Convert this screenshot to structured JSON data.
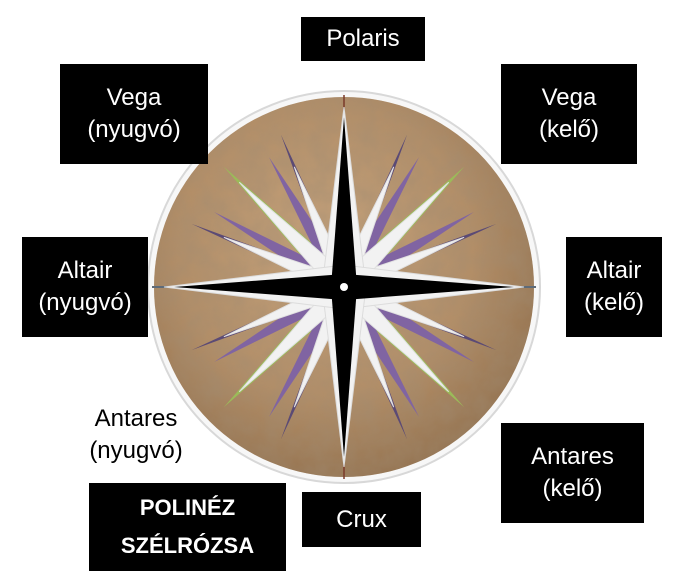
{
  "diagram": {
    "title": [
      "POLINÉZ",
      "SZÉLRÓZSA"
    ],
    "stars": {
      "top": "Polaris",
      "bottom": "Crux",
      "vega_set": [
        "Vega",
        "(nyugvó)"
      ],
      "vega_rise": [
        "Vega",
        "(kelő)"
      ],
      "altair_set": [
        "Altair",
        "(nyugvó)"
      ],
      "altair_rise": [
        "Altair",
        "(kelő)"
      ],
      "antares_set": [
        "Antares",
        "(nyugvó)"
      ],
      "antares_rise": [
        "Antares",
        "(kelő)"
      ]
    },
    "colors": {
      "paper": "#b48e66",
      "paper_dark": "#8a6a47",
      "white_ray": "#f2f2f2",
      "black_ray": "#000000",
      "green_ray": "#9bbb59",
      "purple_ray": "#8064a2",
      "dark_purple": "#5b4a75",
      "rim": "#f7f7f7"
    }
  }
}
